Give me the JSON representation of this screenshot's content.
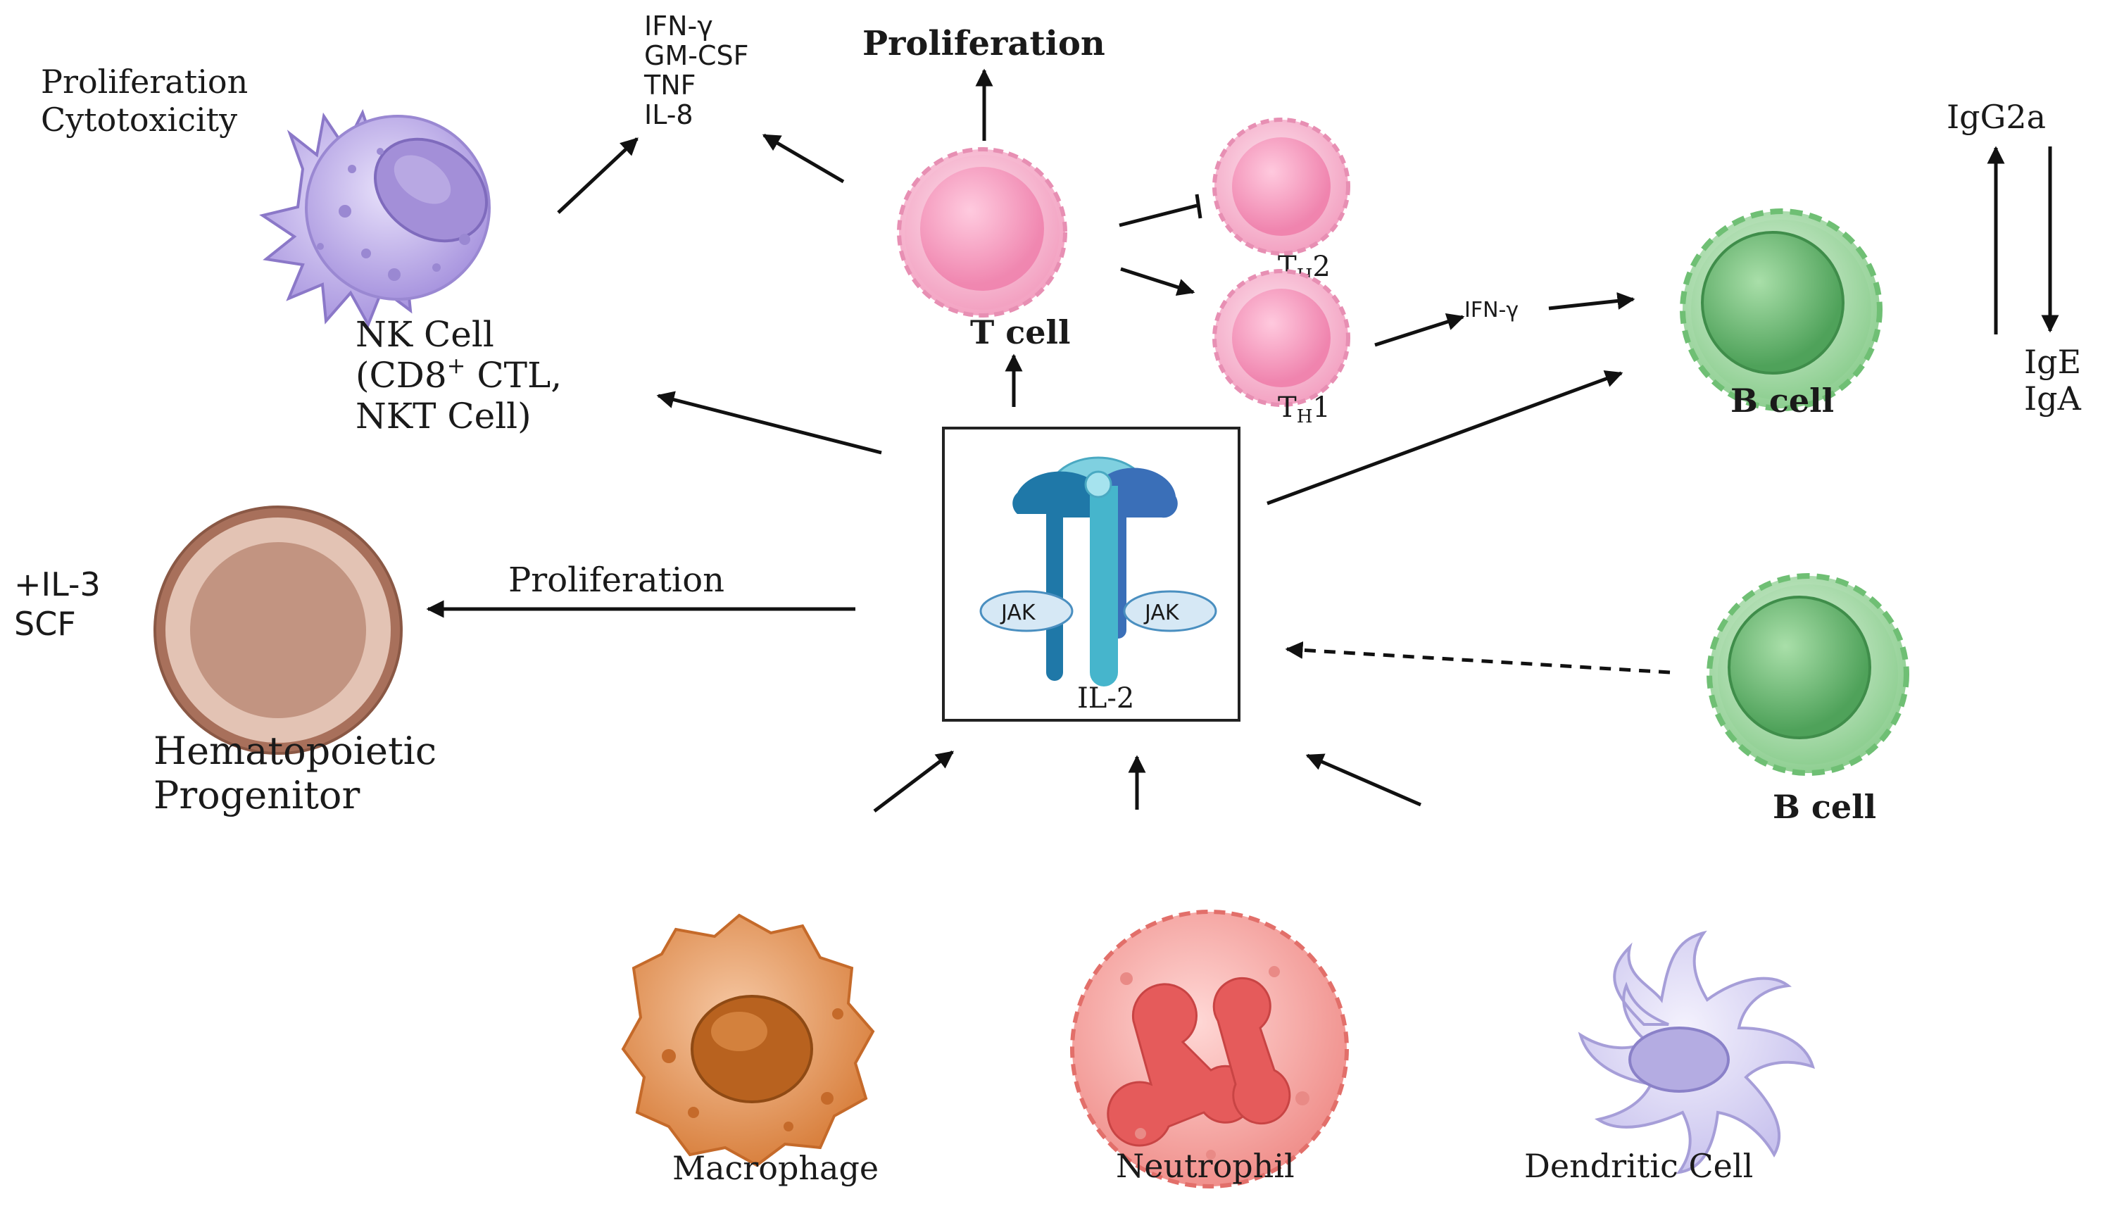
{
  "title": "",
  "nk_cell": {
    "effects": [
      "Proliferation",
      "Cytotoxicity"
    ],
    "name_line1": "NK Cell",
    "name_line2_prefix": "(CD8",
    "name_line2_sup": "+",
    "name_line2_suffix": " CTL,",
    "name_line3": "NKT Cell)",
    "secretions": [
      "IFN-γ",
      "GM-CSF",
      "TNF",
      "IL-8"
    ]
  },
  "t_cell": {
    "name": "T cell",
    "effect": "Proliferation",
    "th2": {
      "base": "T",
      "sub": "H",
      "tail": "2"
    },
    "th1": {
      "base": "T",
      "sub": "H",
      "tail": "1"
    },
    "th1_secretion": "IFN-γ"
  },
  "b_cell_target": {
    "name": "B cell",
    "isotypes_up": "IgG2a",
    "isotypes_down": [
      "IgE",
      "IgA"
    ]
  },
  "hematopoietic": {
    "cofactors": [
      "+IL-3",
      "SCF"
    ],
    "effect": "Proliferation",
    "name_line1": "Hematopoietic",
    "name_line2": "Progenitor"
  },
  "receptor": {
    "name": "IL-2",
    "jak_left": "JAK",
    "jak_right": "JAK"
  },
  "b_cell_source": {
    "name": "B cell"
  },
  "sources": {
    "macrophage": "Macrophage",
    "neutrophil": "Neutrophil",
    "dendritic": "Dendritic Cell"
  },
  "colors": {
    "nk": "#b8a6e0",
    "t_cell": "#f5a9c6",
    "b_cell": "#8fcf92",
    "progenitor": "#c9a08c",
    "macrophage": "#e0915a",
    "neutrophil": "#f08a8a",
    "dendritic": "#d8d4f2",
    "receptor_dark": "#1f78a8",
    "receptor_light": "#7fd0e0"
  }
}
